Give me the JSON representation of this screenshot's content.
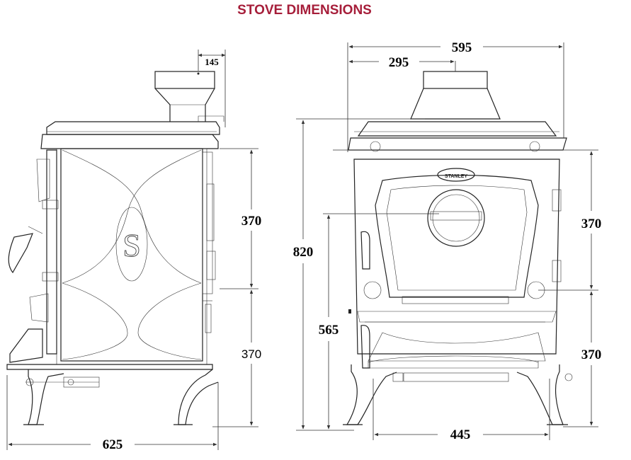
{
  "title": "STOVE DIMENSIONS",
  "colors": {
    "title": "#a61e3a",
    "line": "#222222"
  },
  "logo_text": "STANLEY",
  "door_initial": "S",
  "side_view": {
    "flue_offset": "145",
    "depth": "625",
    "upper_height": "370",
    "lower_height": "370"
  },
  "front_view": {
    "total_width": "595",
    "flue_center": "295",
    "total_height": "820",
    "flue_inlet_height": "565",
    "leg_width": "445",
    "upper_height": "370",
    "lower_height": "370"
  }
}
